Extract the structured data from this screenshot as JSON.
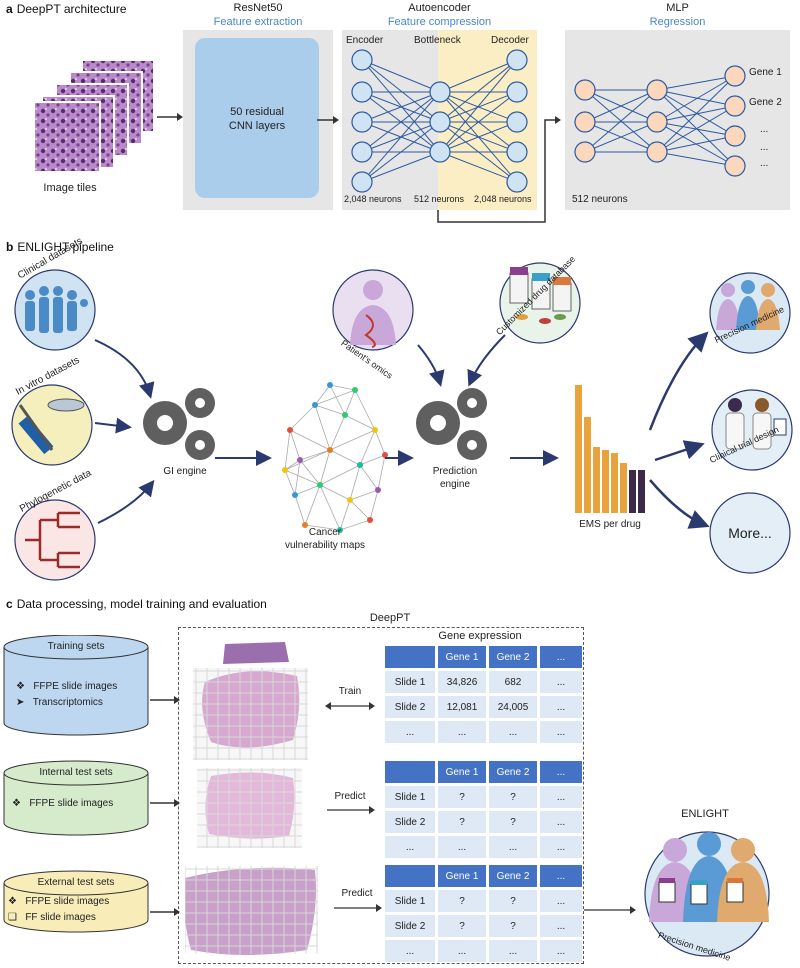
{
  "panel_a": {
    "letter": "a",
    "title": "DeepPT architecture",
    "image_tiles_label": "Image tiles",
    "resnet": {
      "title": "ResNet50",
      "subtitle": "Feature extraction",
      "box_text_1": "50 residual",
      "box_text_2": "CNN layers"
    },
    "autoencoder": {
      "title": "Autoencoder",
      "subtitle": "Feature compression",
      "encoder": "Encoder",
      "bottleneck": "Bottleneck",
      "decoder": "Decoder",
      "n1": "2,048 neurons",
      "n2": "512 neurons",
      "n3": "2,048 neurons"
    },
    "mlp": {
      "title": "MLP",
      "subtitle": "Regression",
      "neurons": "512 neurons",
      "gene1": "Gene 1",
      "gene2": "Gene 2",
      "dots": "..."
    }
  },
  "panel_b": {
    "letter": "b",
    "title": "ENLIGHT pipeline",
    "clinical": "Clinical datasets",
    "invitro": "In vitro datasets",
    "phylo": "Phylogenetic data",
    "gi_engine": "GI engine",
    "cancer_maps_1": "Cancer",
    "cancer_maps_2": "vulnerability maps",
    "omics": "Patient's omics",
    "drug_db": "Customized drug database",
    "prediction_1": "Prediction",
    "prediction_2": "engine",
    "ems": "EMS per drug",
    "precision": "Precision medicine",
    "clinical_trial": "Clinical trial design",
    "more": "More..."
  },
  "panel_c": {
    "letter": "c",
    "title": "Data processing, model training and evaluation",
    "deeppt": "DeepPT",
    "gene_expression": "Gene expression",
    "training": {
      "title": "Training sets",
      "items": [
        "FFPE slide images",
        "Transcriptomics"
      ]
    },
    "internal": {
      "title": "Internal test sets",
      "items": [
        "FFPE slide images"
      ]
    },
    "external": {
      "title": "External test sets",
      "items": [
        "FFPE slide images",
        "FF slide images"
      ]
    },
    "train": "Train",
    "predict": "Predict",
    "table_headers": [
      "",
      "Gene 1",
      "Gene 2",
      "..."
    ],
    "table1_rows": [
      [
        "Slide 1",
        "34,826",
        "682",
        "..."
      ],
      [
        "Slide 2",
        "12,081",
        "24,005",
        "..."
      ],
      [
        "...",
        "...",
        "...",
        "..."
      ]
    ],
    "table_pred_rows": [
      [
        "Slide 1",
        "?",
        "?",
        "..."
      ],
      [
        "Slide 2",
        "?",
        "?",
        "..."
      ],
      [
        "...",
        "...",
        "...",
        "..."
      ]
    ],
    "enlight": "ENLIGHT",
    "precision": "Precision medicine"
  }
}
